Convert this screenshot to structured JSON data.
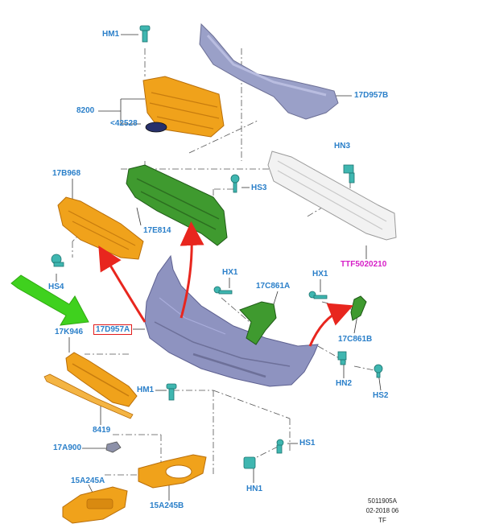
{
  "labels": {
    "hm1_top": "HM1",
    "p17d957b": "17D957B",
    "p8200": "8200",
    "p42528": "<42528",
    "hn3": "HN3",
    "p17b968": "17B968",
    "hs3": "HS3",
    "p17e814": "17E814",
    "ttf": "TTF5020210",
    "hs4": "HS4",
    "hx1_left": "HX1",
    "p17c861a": "17C861A",
    "hx1_right": "HX1",
    "p17k946": "17K946",
    "p17d957a": "17D957A",
    "p17c861b": "17C861B",
    "hn2": "HN2",
    "hs2": "HS2",
    "hm1_bottom": "HM1",
    "p8419": "8419",
    "p17a900": "17A900",
    "hs1": "HS1",
    "hn1": "HN1",
    "p15a245a": "15A245A",
    "p15a245b": "15A245B"
  },
  "ref": {
    "code": "5011905A",
    "date": "02-2018 06",
    "initials": "TF"
  },
  "colors": {
    "label_blue": "#2a7fc9",
    "label_magenta": "#d61fc7",
    "highlight_red": "#e21b1b",
    "callout_green": "#3fd11e",
    "part_orange": "#f0a21b",
    "part_green": "#3f9a2f",
    "part_grey_blue": "#8e93c0",
    "fastener_teal": "#3fb6b0",
    "arrow_red": "#e8261e"
  }
}
